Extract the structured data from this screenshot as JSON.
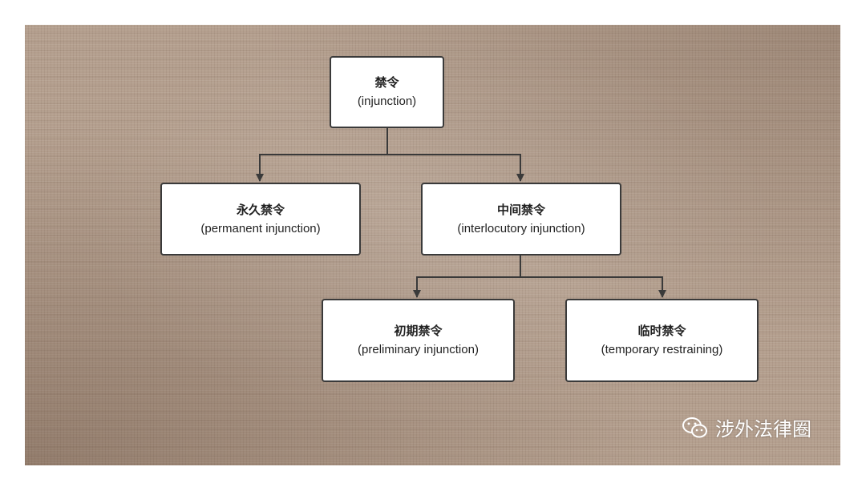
{
  "diagram": {
    "nodes": {
      "root": {
        "zh": "禁令",
        "en": "(injunction)"
      },
      "perm": {
        "zh": "永久禁令",
        "en": "(permanent injunction)"
      },
      "inter": {
        "zh": "中间禁令",
        "en": "(interlocutory injunction)"
      },
      "prelim": {
        "zh": "初期禁令",
        "en": "(preliminary injunction)"
      },
      "temp": {
        "zh": "临时禁令",
        "en": "(temporary restraining)"
      }
    },
    "edges": [
      [
        "root",
        "perm"
      ],
      [
        "root",
        "inter"
      ],
      [
        "inter",
        "prelim"
      ],
      [
        "inter",
        "temp"
      ]
    ]
  },
  "watermark": {
    "text": "涉外法律圈",
    "icon": "wechat-icon"
  },
  "colors": {
    "line": "#3a3a3a",
    "node_fill": "#ffffff",
    "background": "#b49f8e"
  }
}
